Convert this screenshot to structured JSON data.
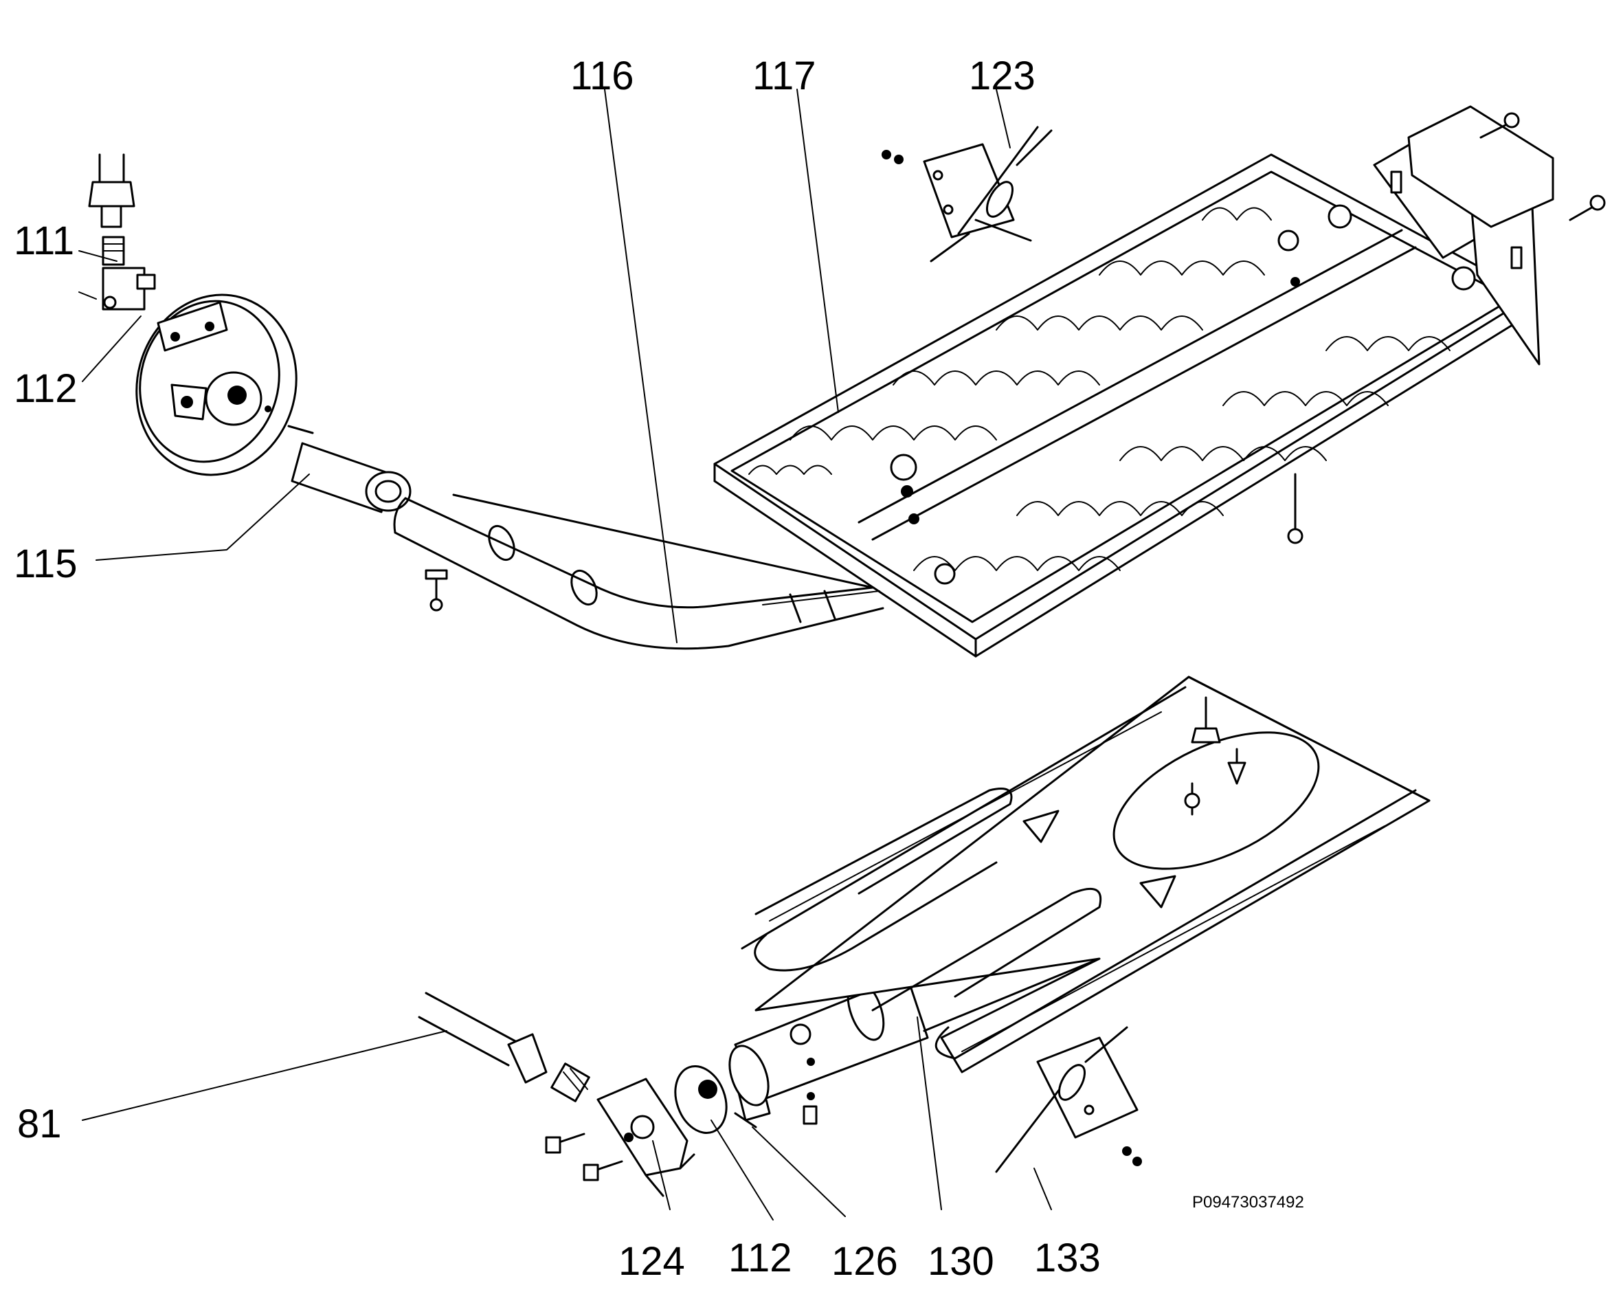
{
  "diagram_code": "P09473037492",
  "labels": {
    "l116": "116",
    "l117": "117",
    "l123": "123",
    "l111": "111",
    "l112a": "112",
    "l115": "115",
    "l81": "81",
    "l124": "124",
    "l112b": "112",
    "l126": "126",
    "l130": "130",
    "l133": "133"
  }
}
